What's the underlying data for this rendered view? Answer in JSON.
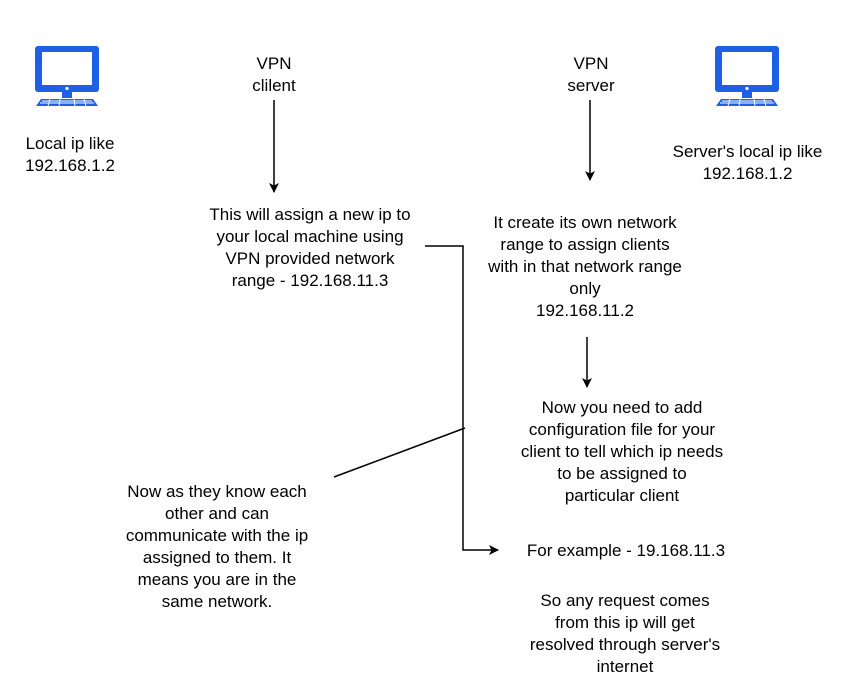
{
  "colors": {
    "icon": "#1E60E5",
    "line": "#000000",
    "text": "#000000"
  },
  "icons": {
    "local": "computer-icon",
    "server": "computer-icon"
  },
  "texts": {
    "local_ip": "Local ip like\n192.168.1.2",
    "vpn_client": "VPN\nclilent",
    "vpn_server": "VPN\nserver",
    "server_ip": "Server's local ip like\n192.168.1.2",
    "client_assign": "This will assign a new ip to\nyour local machine using\nVPN provided network\nrange - 192.168.11.3",
    "server_range": "It create its own network\nrange to assign clients\nwith in that network range\nonly\n192.168.11.2",
    "config_note": "Now you need to add\nconfiguration file for your\nclient to tell which ip needs\nto be assigned to\nparticular client",
    "example": "For example - 19.168.11.3",
    "request_note": "So any request comes\nfrom this ip will get\nresolved through server's\ninternet",
    "same_network": "Now as they know each\nother and can\ncommunicate with the ip\nassigned to them. It\nmeans you are in the\nsame network."
  }
}
